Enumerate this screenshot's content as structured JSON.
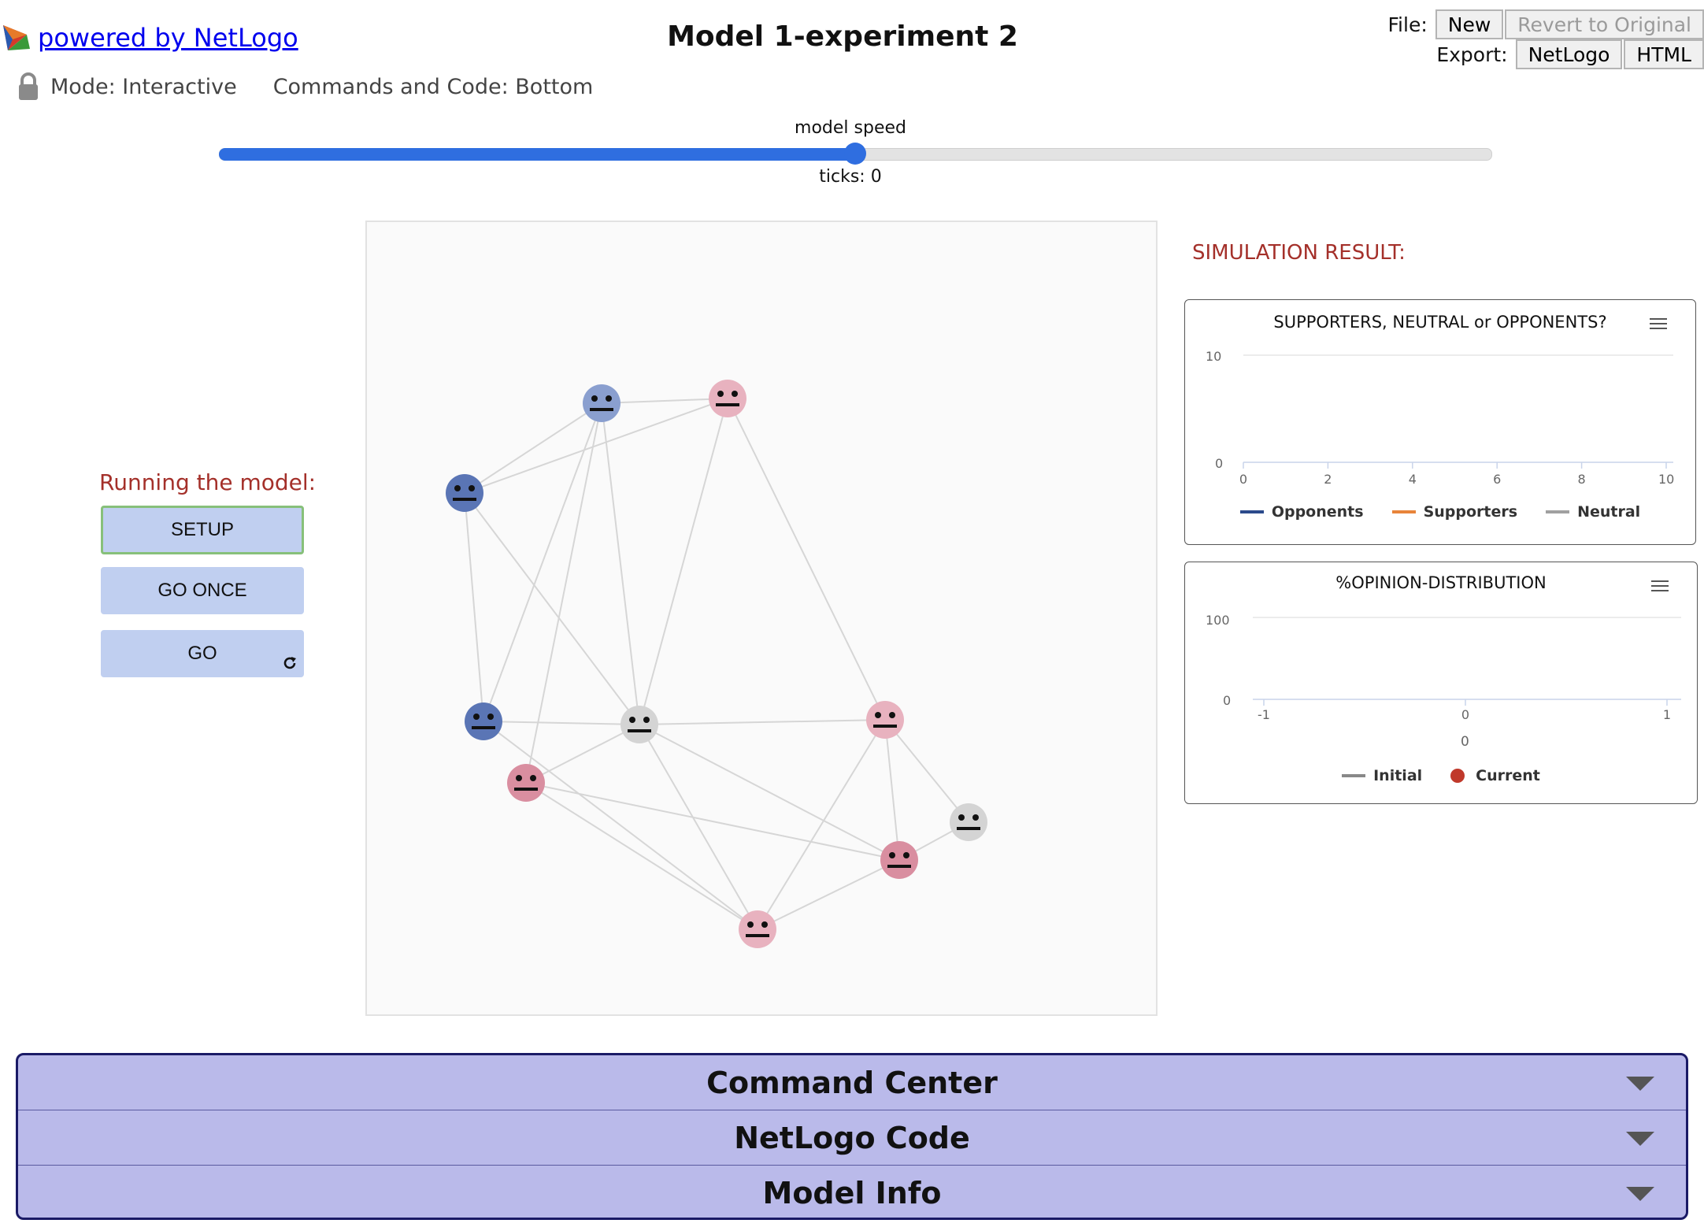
{
  "header": {
    "brand_link": "powered by NetLogo",
    "title": "Model 1-experiment 2",
    "mode": "Mode: Interactive",
    "commands_code": "Commands and Code: Bottom"
  },
  "file_menu": {
    "file_label": "File:",
    "new_label": "New",
    "revert_label": "Revert to Original",
    "export_label": "Export:",
    "export_netlogo": "NetLogo",
    "export_html": "HTML"
  },
  "speed": {
    "label": "model speed",
    "value_fraction": 0.5,
    "ticks_text": "ticks: 0"
  },
  "controls": {
    "heading": "Running the model:",
    "setup": "SETUP",
    "go_once": "GO ONCE",
    "go": "GO"
  },
  "results": {
    "heading": "SIMULATION RESULT:"
  },
  "plot1": {
    "title": "SUPPORTERS, NEUTRAL or OPPONENTS?",
    "y_max": "10",
    "y_min": "0",
    "x_ticks": [
      "0",
      "2",
      "4",
      "6",
      "8",
      "10"
    ],
    "legend": [
      "Opponents",
      "Supporters",
      "Neutral"
    ],
    "colors": [
      "#2b4a8c",
      "#e8843a",
      "#a0a0a0"
    ]
  },
  "plot2": {
    "title": "%OPINION-DISTRIBUTION",
    "y_max": "100",
    "y_min": "0",
    "x_ticks": [
      "-1",
      "0",
      "1"
    ],
    "x_label": "0",
    "legend": [
      "Initial",
      "Current"
    ],
    "colors": [
      "#888888",
      "#c0392b"
    ]
  },
  "panels": {
    "command_center": "Command Center",
    "netlogo_code": "NetLogo Code",
    "model_info": "Model Info"
  },
  "colors": {
    "accent_red": "#a4302a",
    "slider_blue": "#2f6ee0",
    "button_fill": "#c0cff0",
    "panel_fill": "#babaea"
  }
}
